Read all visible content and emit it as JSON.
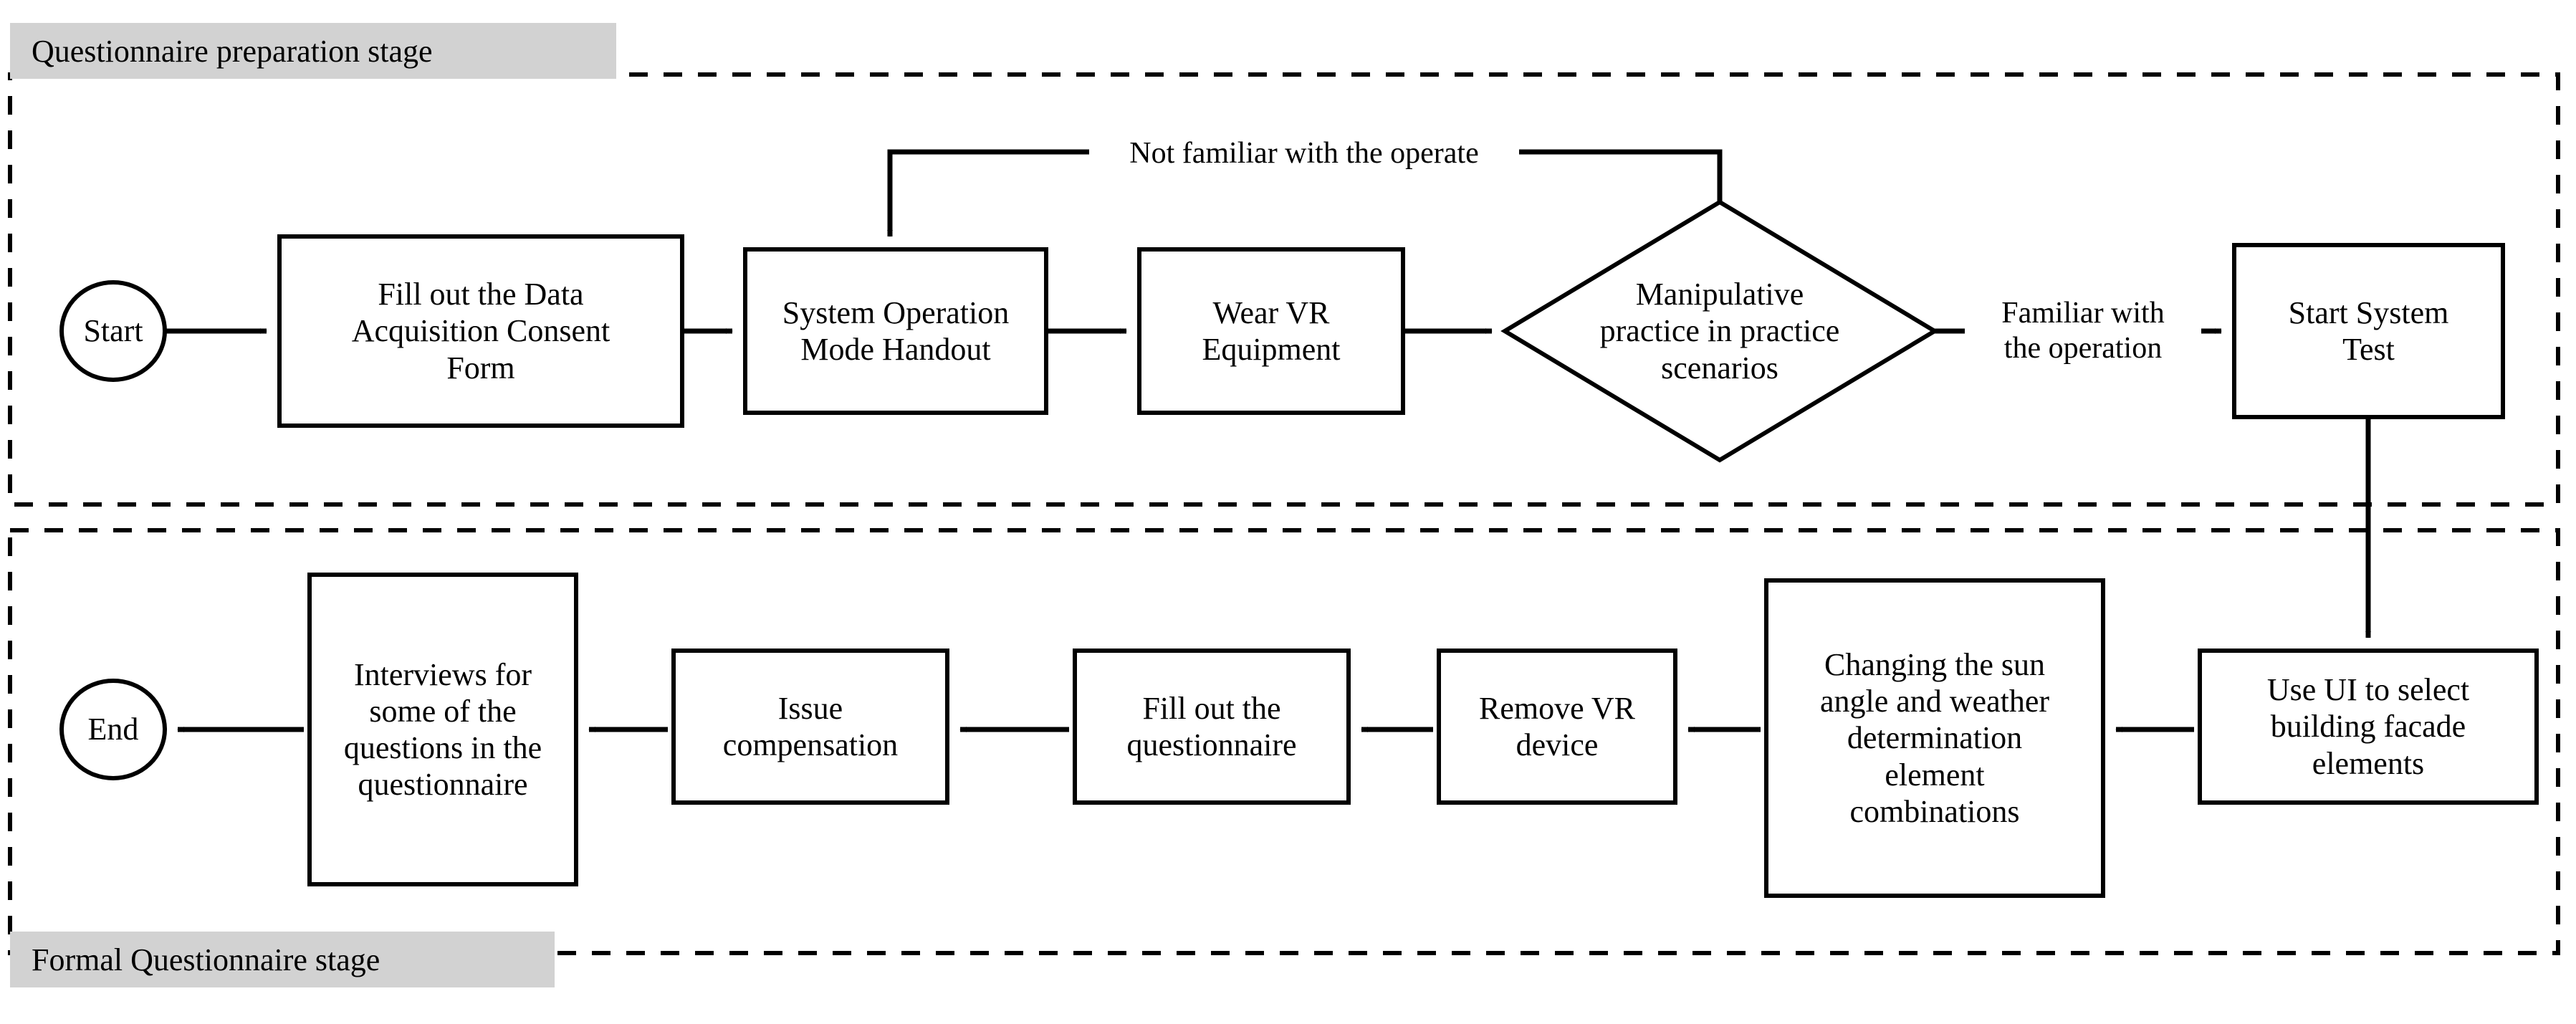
{
  "diagram": {
    "title_top": "Questionnaire preparation stage",
    "title_bottom": "Formal Questionnaire stage",
    "colors": {
      "stroke": "#000000",
      "background": "#ffffff",
      "stage_tag_fill": "#d2d2d2"
    },
    "stages": [
      {
        "id": "preparation",
        "label": "Questionnaire preparation stage",
        "nodes": [
          {
            "id": "start",
            "shape": "ellipse",
            "label": "Start"
          },
          {
            "id": "consent-form",
            "shape": "rect",
            "label": "Fill out the Data Acquisition Consent Form"
          },
          {
            "id": "operation-handout",
            "shape": "rect",
            "label": "System Operation Mode Handout"
          },
          {
            "id": "wear-vr",
            "shape": "rect",
            "label": "Wear VR Equipment"
          },
          {
            "id": "practice-decision",
            "shape": "diamond",
            "label": "Manipulative practice in practice scenarios"
          },
          {
            "id": "start-system-test",
            "shape": "rect",
            "label": "Start System Test"
          }
        ],
        "edge_labels": [
          {
            "id": "not-familiar",
            "label": "Not familiar with the operate"
          },
          {
            "id": "familiar",
            "label": "Familiar with the operation"
          }
        ]
      },
      {
        "id": "formal",
        "label": "Formal Questionnaire stage",
        "nodes": [
          {
            "id": "select-facade",
            "shape": "rect",
            "label": "Use UI to select building facade elements"
          },
          {
            "id": "change-sun-weather",
            "shape": "rect",
            "label": "Changing the sun angle and weather determination element combinations"
          },
          {
            "id": "remove-vr",
            "shape": "rect",
            "label": "Remove VR device"
          },
          {
            "id": "fill-questionnaire",
            "shape": "rect",
            "label": "Fill out the questionnaire"
          },
          {
            "id": "issue-compensation",
            "shape": "rect",
            "label": "Issue compensation"
          },
          {
            "id": "interviews",
            "shape": "rect",
            "label": "Interviews for some of the questions in the questionnaire"
          },
          {
            "id": "end",
            "shape": "ellipse",
            "label": "End"
          }
        ],
        "edge_labels": []
      }
    ],
    "node_labels": {
      "start": "Start",
      "consent_form": "Fill out the Data\nAcquisition Consent\nForm",
      "consent_form_l1": "Fill out the Data",
      "consent_form_l2": "Acquisition Consent",
      "consent_form_l3": "Form",
      "operation_handout_l1": "System Operation",
      "operation_handout_l2": "Mode Handout",
      "wear_vr_l1": "Wear VR",
      "wear_vr_l2": "Equipment",
      "practice_l1": "Manipulative",
      "practice_l2": "practice in practice",
      "practice_l3": "scenarios",
      "start_system_test_l1": "Start System",
      "start_system_test_l2": "Test",
      "select_facade_l1": "Use UI to select",
      "select_facade_l2": "building facade",
      "select_facade_l3": "elements",
      "change_sun_l1": "Changing the sun",
      "change_sun_l2": "angle and weather",
      "change_sun_l3": "determination",
      "change_sun_l4": "element",
      "change_sun_l5": "combinations",
      "remove_vr_l1": "Remove VR",
      "remove_vr_l2": "device",
      "fill_questionnaire_l1": "Fill out the",
      "fill_questionnaire_l2": "questionnaire",
      "issue_compensation_l1": "Issue",
      "issue_compensation_l2": "compensation",
      "interviews_l1": "Interviews for",
      "interviews_l2": "some of the",
      "interviews_l3": "questions in the",
      "interviews_l4": "questionnaire",
      "end": "End"
    },
    "edge_label_text": {
      "not_familiar": "Not familiar with the operate",
      "familiar_l1": "Familiar with",
      "familiar_l2": "the operation"
    }
  }
}
